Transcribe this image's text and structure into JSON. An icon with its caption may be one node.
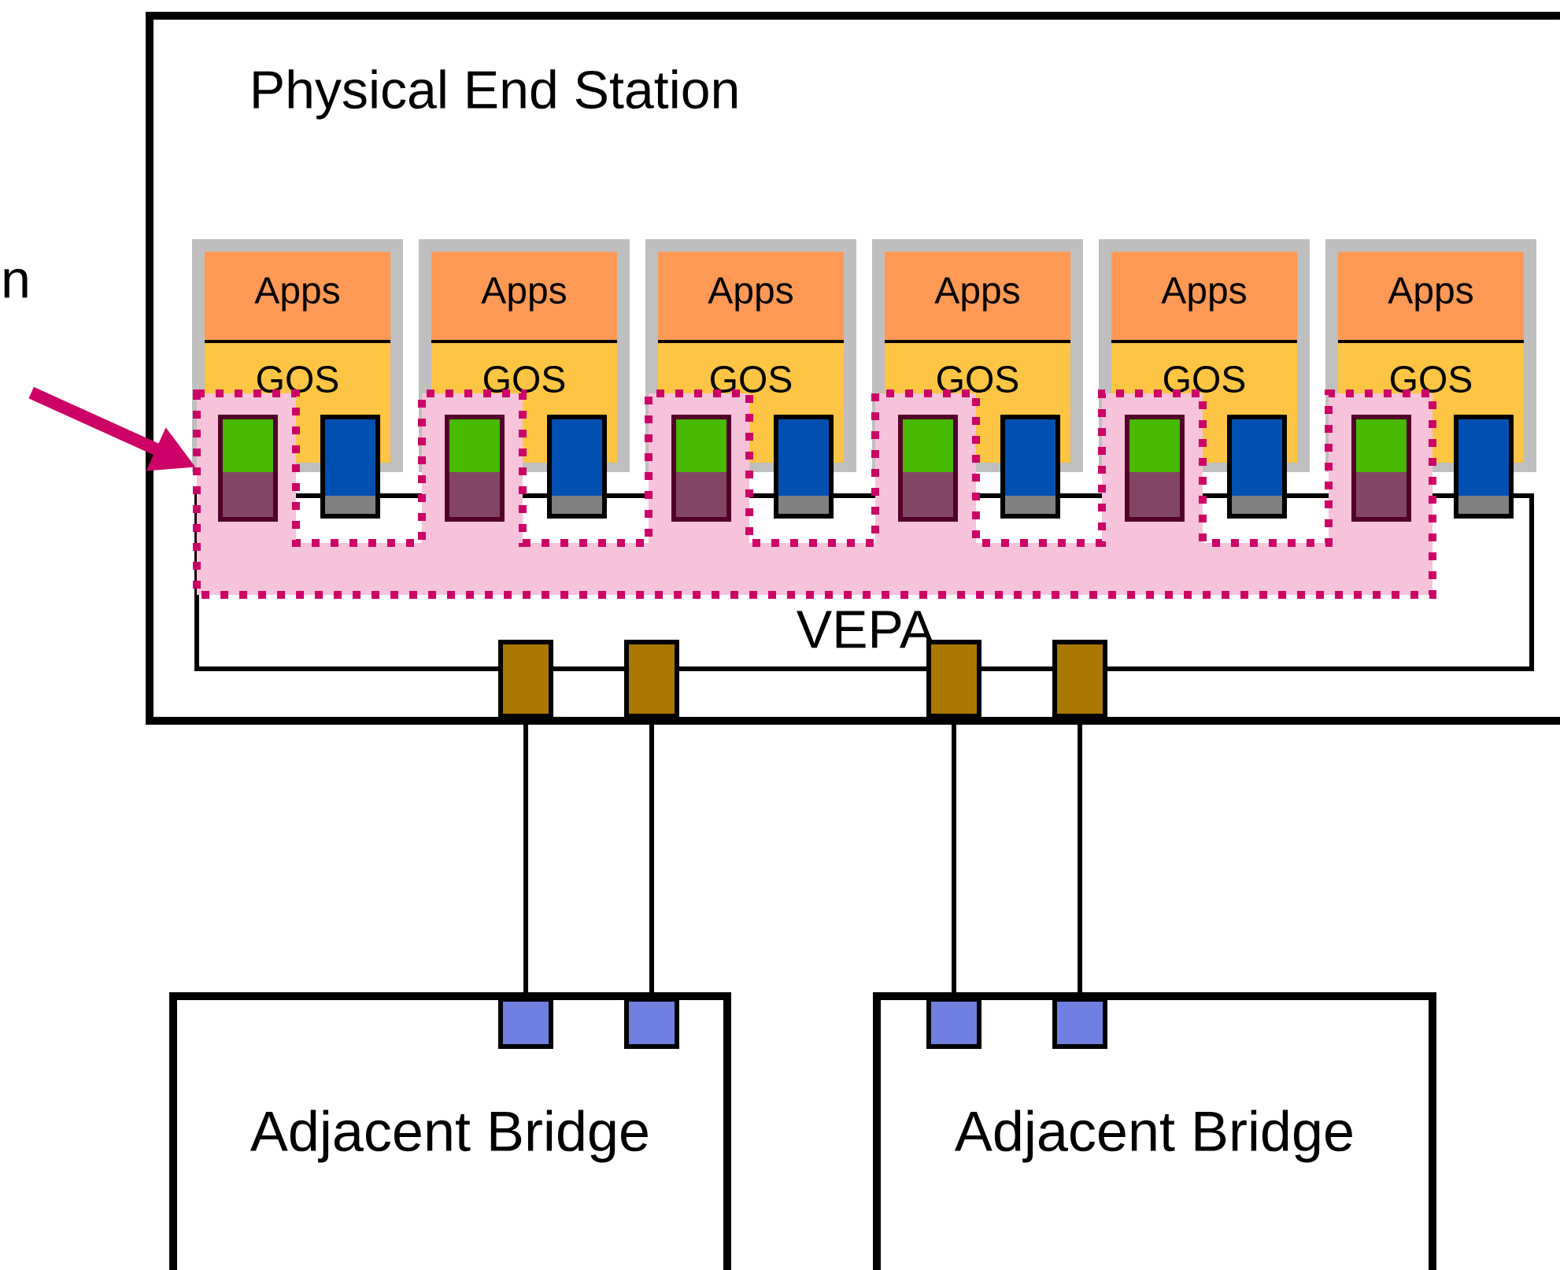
{
  "diagram": {
    "nodes": [
      {
        "text": [
          "Physical End Station"
        ]
      },
      {
        "text": [
          "Apps",
          "GOS"
        ],
        "in": 0
      },
      {
        "text": [
          "Apps",
          "GOS"
        ],
        "in": 0
      },
      {
        "text": [
          "Apps",
          "GOS"
        ],
        "in": 0
      },
      {
        "text": [
          "Apps",
          "GOS"
        ],
        "in": 0
      },
      {
        "text": [
          "Apps",
          "GOS"
        ],
        "in": 0
      },
      {
        "text": [
          "Apps",
          "GOS"
        ],
        "in": 0
      },
      {
        "text": [],
        "shape": "box",
        "in": 19
      },
      {
        "text": [],
        "shape": "box",
        "in": 19
      },
      {
        "text": [],
        "shape": "box",
        "in": 19
      },
      {
        "text": [],
        "shape": "box",
        "in": 19
      },
      {
        "text": [],
        "shape": "box",
        "in": 19
      },
      {
        "text": [],
        "shape": "box",
        "in": 19
      },
      {
        "text": [],
        "shape": "box",
        "in": 0
      },
      {
        "text": [],
        "shape": "box",
        "in": 0
      },
      {
        "text": [],
        "shape": "box",
        "in": 0
      },
      {
        "text": [],
        "shape": "box",
        "in": 0
      },
      {
        "text": [],
        "shape": "box",
        "in": 0
      },
      {
        "text": [],
        "shape": "box",
        "in": 0
      },
      {
        "text": [],
        "shape": "box",
        "in": 0
      },
      {
        "text": [
          "VEPA"
        ],
        "in": 0
      },
      {
        "text": [],
        "shape": "box",
        "in": 0
      },
      {
        "text": [],
        "shape": "box",
        "in": 0
      },
      {
        "text": [],
        "shape": "box",
        "in": 0
      },
      {
        "text": [],
        "shape": "box",
        "in": 0
      },
      {
        "text": [
          "n"
        ]
      },
      {
        "text": [
          "Adjacent Bridge"
        ]
      },
      {
        "text": [
          "Adjacent Bridge"
        ]
      },
      {
        "text": [],
        "shape": "box",
        "in": 26
      },
      {
        "text": [],
        "shape": "box",
        "in": 26
      },
      {
        "text": [],
        "shape": "box",
        "in": 27
      },
      {
        "text": [],
        "shape": "box",
        "in": 27
      }
    ],
    "edges": [
      {
        "from": 25,
        "to": 19,
        "arrow": "to",
        "style": "thick",
        "color": "#cc0066"
      },
      {
        "from": 21,
        "to": 28,
        "arrow": "none"
      },
      {
        "from": 22,
        "to": 29,
        "arrow": "none"
      },
      {
        "from": 23,
        "to": 30,
        "arrow": "none"
      },
      {
        "from": 24,
        "to": 31,
        "arrow": "none"
      }
    ]
  }
}
